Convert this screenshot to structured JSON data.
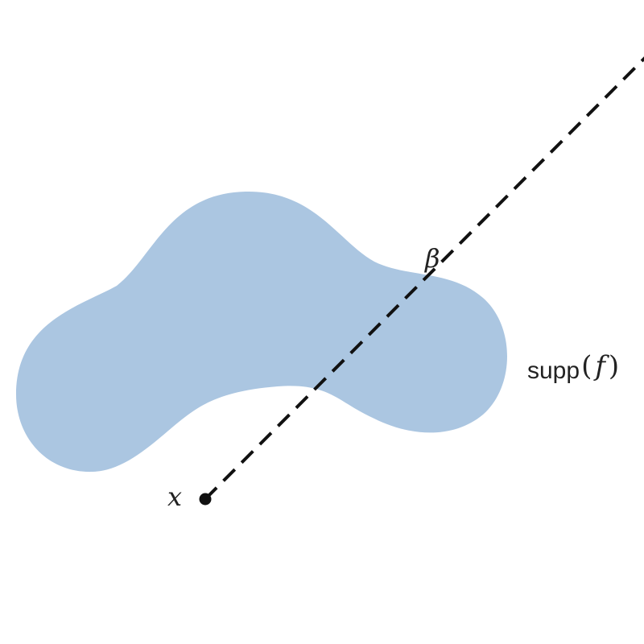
{
  "colors": {
    "region_fill": "#abc6e1",
    "line": "#111111",
    "text": "#222222"
  },
  "labels": {
    "point": "x",
    "intersection": "β",
    "support_prefix": "supp",
    "support_open": "(",
    "support_arg": "f",
    "support_close": ")"
  },
  "style": {
    "line": "dashed"
  }
}
